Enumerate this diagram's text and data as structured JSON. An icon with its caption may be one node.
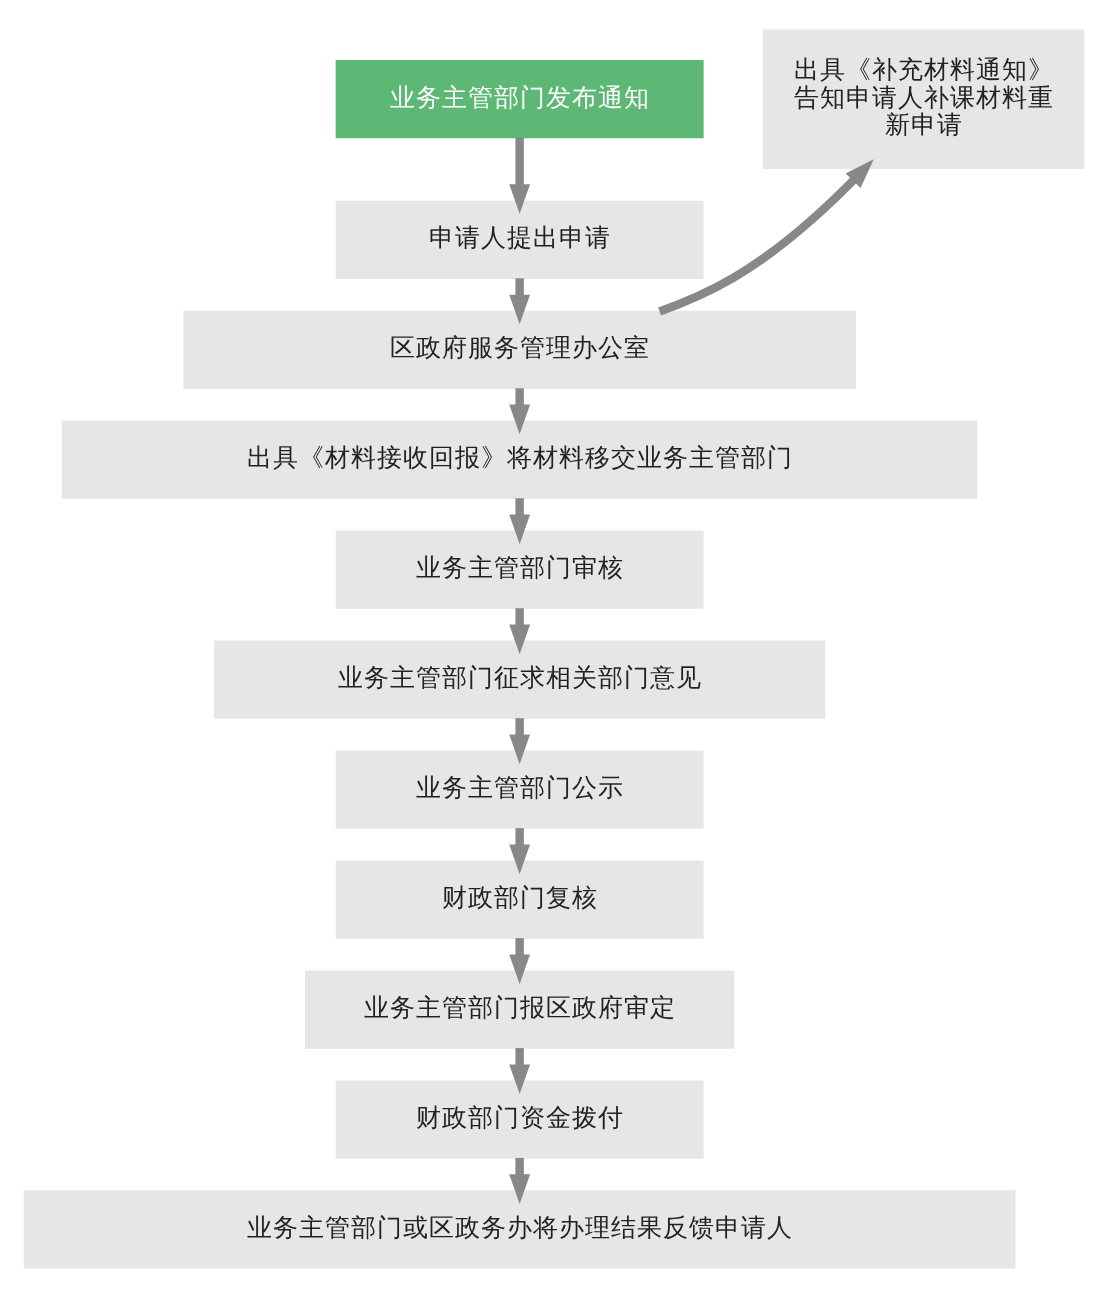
{
  "diagram": {
    "nodes": [
      {
        "text": [
          "业务主管部门发布通知"
        ]
      },
      {
        "text": [
          "申请人提出申请"
        ]
      },
      {
        "text": [
          "区政府服务管理办公室"
        ]
      },
      {
        "text": [
          "出具《材料接收回报》将材料移交业务主管部门"
        ]
      },
      {
        "text": [
          "业务主管部门审核"
        ]
      },
      {
        "text": [
          "业务主管部门征求相关部门意见"
        ]
      },
      {
        "text": [
          "业务主管部门公示"
        ]
      },
      {
        "text": [
          "财政部门复核"
        ]
      },
      {
        "text": [
          "业务主管部门报区政府审定"
        ]
      },
      {
        "text": [
          "财政部门资金拨付"
        ]
      },
      {
        "text": [
          "业务主管部门或区政务办将办理结果反馈申请人"
        ]
      },
      {
        "text": [
          "出具《补充材料通知》告知申请人补课材料重新申请"
        ]
      }
    ],
    "edges": [
      {
        "from": 0,
        "to": 1,
        "arrow": "to"
      },
      {
        "from": 1,
        "to": 2,
        "arrow": "to"
      },
      {
        "from": 2,
        "to": 3,
        "arrow": "to"
      },
      {
        "from": 3,
        "to": 4,
        "arrow": "to"
      },
      {
        "from": 4,
        "to": 5,
        "arrow": "to"
      },
      {
        "from": 5,
        "to": 6,
        "arrow": "to"
      },
      {
        "from": 6,
        "to": 7,
        "arrow": "to"
      },
      {
        "from": 7,
        "to": 8,
        "arrow": "to"
      },
      {
        "from": 8,
        "to": 9,
        "arrow": "to"
      },
      {
        "from": 9,
        "to": 10,
        "arrow": "to"
      },
      {
        "from": 2,
        "to": 11,
        "arrow": "to"
      }
    ]
  }
}
